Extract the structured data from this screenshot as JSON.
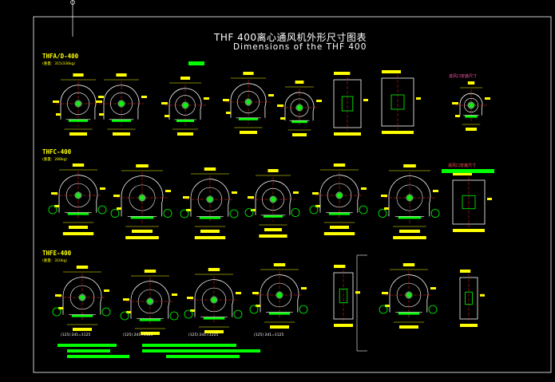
{
  "drawing": {
    "title_cn": "THF 400离心通风机外形尺寸图表",
    "title_en": "Dimensions of the THF 400",
    "colors": {
      "background": "#000000",
      "frame": "#ffffff",
      "dimension": "#ffff00",
      "fill_bar": "#00ff00",
      "centerline": "#ff2020",
      "outline": "#ffffff",
      "accent": "#ff00ff"
    }
  },
  "sections": [
    {
      "id": "thfa",
      "label": "THFA/D-400",
      "sub": "(重量：315/336kg)"
    },
    {
      "id": "thfc",
      "label": "THFC-400",
      "sub": "(重量：288kg)"
    },
    {
      "id": "thfe",
      "label": "THFE-400",
      "sub": "(重量：310kg)"
    }
  ],
  "notes": {
    "row1_inlet": "进风口安装尺寸",
    "row2_inlet": "进风口安装尺寸"
  },
  "footer_notes": {
    "left": "(125) 2d1=1125",
    "mid1": "(125) 2d1=1125",
    "mid2": "(125) 2d1=1225",
    "right": "(125) 2d1=1125"
  }
}
